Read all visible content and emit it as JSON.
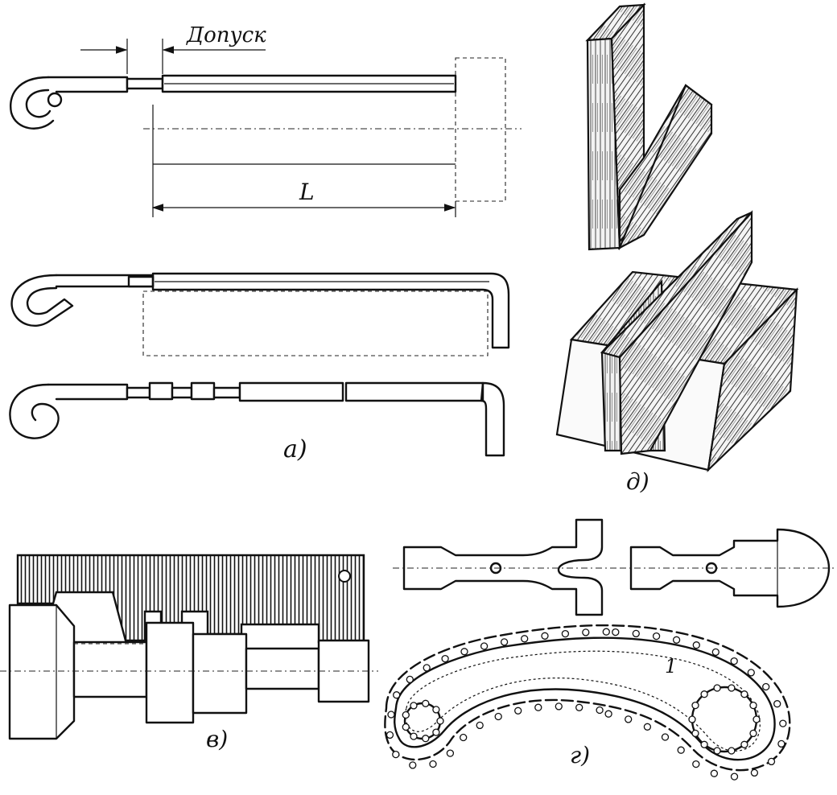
{
  "labels": {
    "tolerance": "Допуск",
    "length": "L",
    "fig_a": "а)",
    "fig_d": "д)",
    "fig_v": "в)",
    "fig_g": "г)",
    "curve_marker": "1"
  }
}
